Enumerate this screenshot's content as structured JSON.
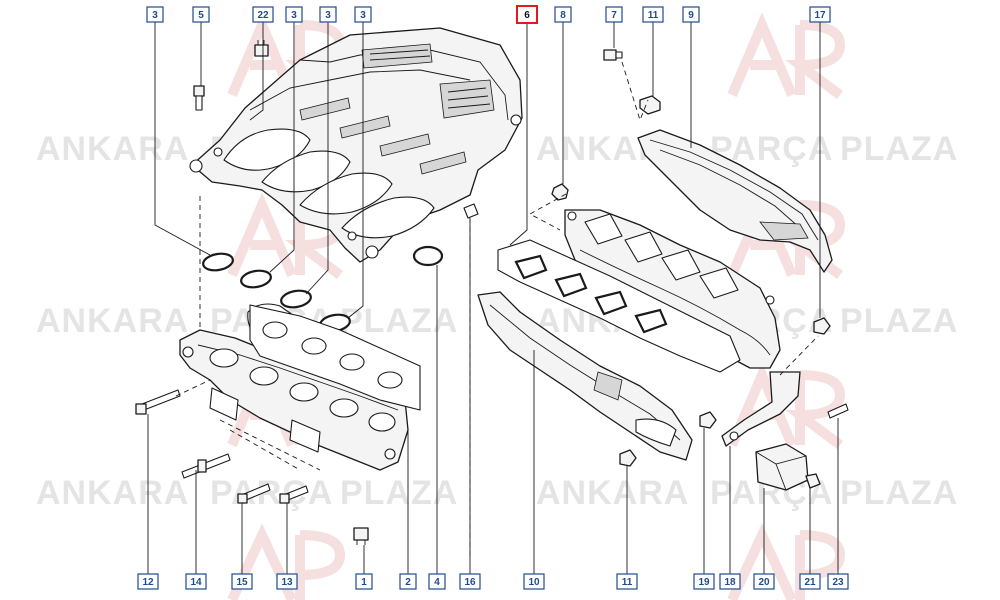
{
  "watermark": {
    "brand_left": "ANKARA",
    "brand_mid": "PARÇA",
    "brand_right": "PLAZA",
    "accent_color": "#e01b1b",
    "text_color": "#cfcfcf"
  },
  "callout_style": {
    "box_color": "#1f4b8e",
    "highlight_color": "#e01b1b"
  },
  "callouts_top": [
    {
      "id": "c-top-3a",
      "label": "3"
    },
    {
      "id": "c-top-5",
      "label": "5"
    },
    {
      "id": "c-top-22",
      "label": "22"
    },
    {
      "id": "c-top-3b",
      "label": "3"
    },
    {
      "id": "c-top-3c",
      "label": "3"
    },
    {
      "id": "c-top-3d",
      "label": "3"
    },
    {
      "id": "c-top-6",
      "label": "6",
      "highlighted": true
    },
    {
      "id": "c-top-8",
      "label": "8"
    },
    {
      "id": "c-top-7",
      "label": "7"
    },
    {
      "id": "c-top-11",
      "label": "11"
    },
    {
      "id": "c-top-9",
      "label": "9"
    },
    {
      "id": "c-top-17",
      "label": "17"
    }
  ],
  "callouts_bottom": [
    {
      "id": "c-bot-12",
      "label": "12"
    },
    {
      "id": "c-bot-14",
      "label": "14"
    },
    {
      "id": "c-bot-15",
      "label": "15"
    },
    {
      "id": "c-bot-13",
      "label": "13"
    },
    {
      "id": "c-bot-1",
      "label": "1"
    },
    {
      "id": "c-bot-2",
      "label": "2"
    },
    {
      "id": "c-bot-4",
      "label": "4"
    },
    {
      "id": "c-bot-16",
      "label": "16"
    },
    {
      "id": "c-bot-10",
      "label": "10"
    },
    {
      "id": "c-bot-11",
      "label": "11"
    },
    {
      "id": "c-bot-19",
      "label": "19"
    },
    {
      "id": "c-bot-18",
      "label": "18"
    },
    {
      "id": "c-bot-20",
      "label": "20"
    },
    {
      "id": "c-bot-21",
      "label": "21"
    },
    {
      "id": "c-bot-23",
      "label": "23"
    }
  ]
}
